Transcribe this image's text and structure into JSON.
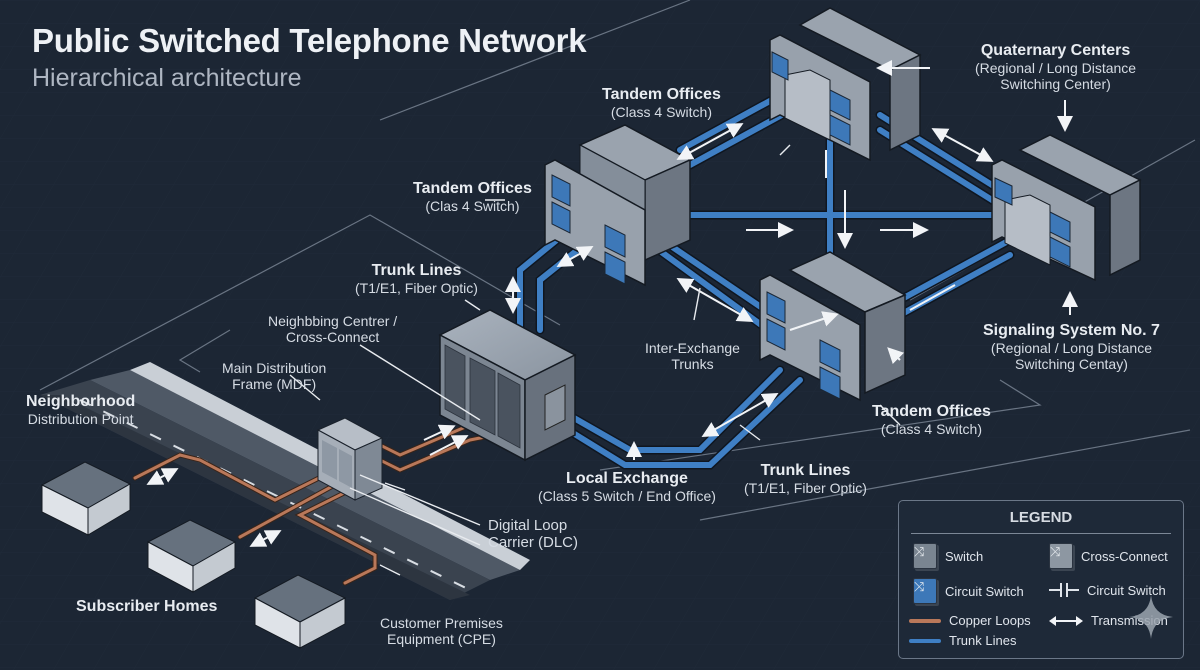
{
  "header": {
    "title": "Public Switched Telephone Network",
    "subtitle": "Hierarchical architecture"
  },
  "labels": {
    "quaternary": {
      "title": "Quaternary Centers",
      "line1": "(Regional / Long Distance",
      "line2": "Switching Center)"
    },
    "tandem_top": {
      "title": "Tandem Offices",
      "line1": "(Class 4 Switch)"
    },
    "tandem_left": {
      "title": "Tandem Offices",
      "line1": "(Clas 4 Switch)"
    },
    "tandem_bottom": {
      "title": "Tandem Offices",
      "line1": "(Class 4 Switch)"
    },
    "trunk_upper": {
      "title": "Trunk Lines",
      "line1": "(T1/E1, Fiber Optic)"
    },
    "trunk_lower": {
      "title": "Trunk Lines",
      "line1": "(T1/E1, Fiber Optic)"
    },
    "neighbouring": {
      "line1": "Neighbbing  Centrer /",
      "line2": "Cross-Connect"
    },
    "mdf": {
      "line1": "Main Distribution",
      "line2": "Frame (MDF)"
    },
    "neighborhood": {
      "title": "Neighborhood",
      "line1": "Distribution Point"
    },
    "inter_exchange": {
      "line1": "Inter-Exchange",
      "line2": "Trunks"
    },
    "ss7": {
      "title": "Signaling System No. 7",
      "line1": "(Regional / Long Distance",
      "line2": "Switching Centay)"
    },
    "local_exchange": {
      "title": "Local Exchange",
      "line1": "(Class 5 Switch / End Office)"
    },
    "dlc": {
      "line1": "Digital Loop",
      "line2": "Carrier (DLC)"
    },
    "subscriber": {
      "title": "Subscriber Homes"
    },
    "cpe": {
      "line1": "Customer Premises",
      "line2": "Equipment (CPE)"
    }
  },
  "legend": {
    "title": "LEGEND",
    "items": [
      {
        "label": "Switch",
        "icon": "switch-icon"
      },
      {
        "label": "Cross-Connect",
        "icon": "cross-connect-icon"
      },
      {
        "label": "Circuit Switch",
        "icon": "circuit-switch-icon"
      },
      {
        "label": "Circuit Switch",
        "icon": "circuit-switch-symbol-icon"
      },
      {
        "label": "Copper Loops",
        "icon": "copper-line-icon"
      },
      {
        "label": "Transmission",
        "icon": "double-arrow-icon"
      },
      {
        "label": "Trunk Lines",
        "icon": "trunk-line-icon"
      }
    ]
  },
  "colors": {
    "background": "#1c2634",
    "trunk": "#3f7fc4",
    "copper": "#b9785a",
    "equipment": "#8e98a5",
    "switch_blue": "#3d78b8"
  }
}
